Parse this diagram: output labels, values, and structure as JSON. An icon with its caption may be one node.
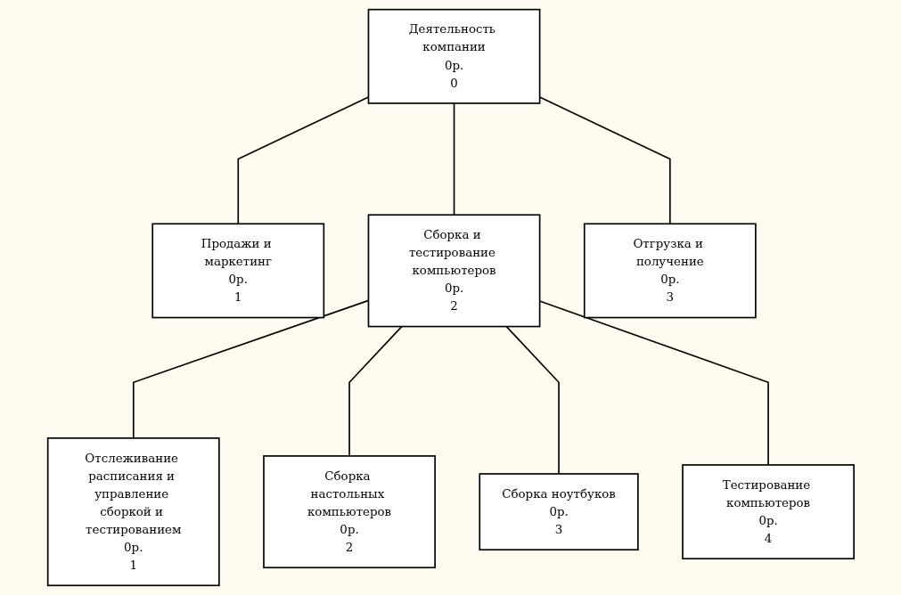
{
  "diagram": {
    "nodes": [
      {
        "text": [
          "Деятельность компании",
          "0р.",
          "0"
        ]
      },
      {
        "text": [
          "Продажи и маркетинг",
          "0р.",
          "1"
        ]
      },
      {
        "text": [
          "Сборка и тестирование компьютеров",
          "0р.",
          "2"
        ]
      },
      {
        "text": [
          "Отгрузка и получение",
          "0р.",
          "3"
        ]
      },
      {
        "text": [
          "Отслеживание расписания и управление сборкой и тестированием",
          "0р.",
          "1"
        ]
      },
      {
        "text": [
          "Сборка настольных компьютеров",
          "0р.",
          "2"
        ]
      },
      {
        "text": [
          "Сборка ноутбуков",
          "0р.",
          "3"
        ]
      },
      {
        "text": [
          "Тестирование компьютеров",
          "0р.",
          "4"
        ]
      }
    ],
    "edges": [
      {
        "from": 0,
        "to": 1,
        "arrow": "none"
      },
      {
        "from": 0,
        "to": 2,
        "arrow": "none"
      },
      {
        "from": 0,
        "to": 3,
        "arrow": "none"
      },
      {
        "from": 2,
        "to": 4,
        "arrow": "none"
      },
      {
        "from": 2,
        "to": 5,
        "arrow": "none"
      },
      {
        "from": 2,
        "to": 6,
        "arrow": "none"
      },
      {
        "from": 2,
        "to": 7,
        "arrow": "none"
      }
    ]
  }
}
